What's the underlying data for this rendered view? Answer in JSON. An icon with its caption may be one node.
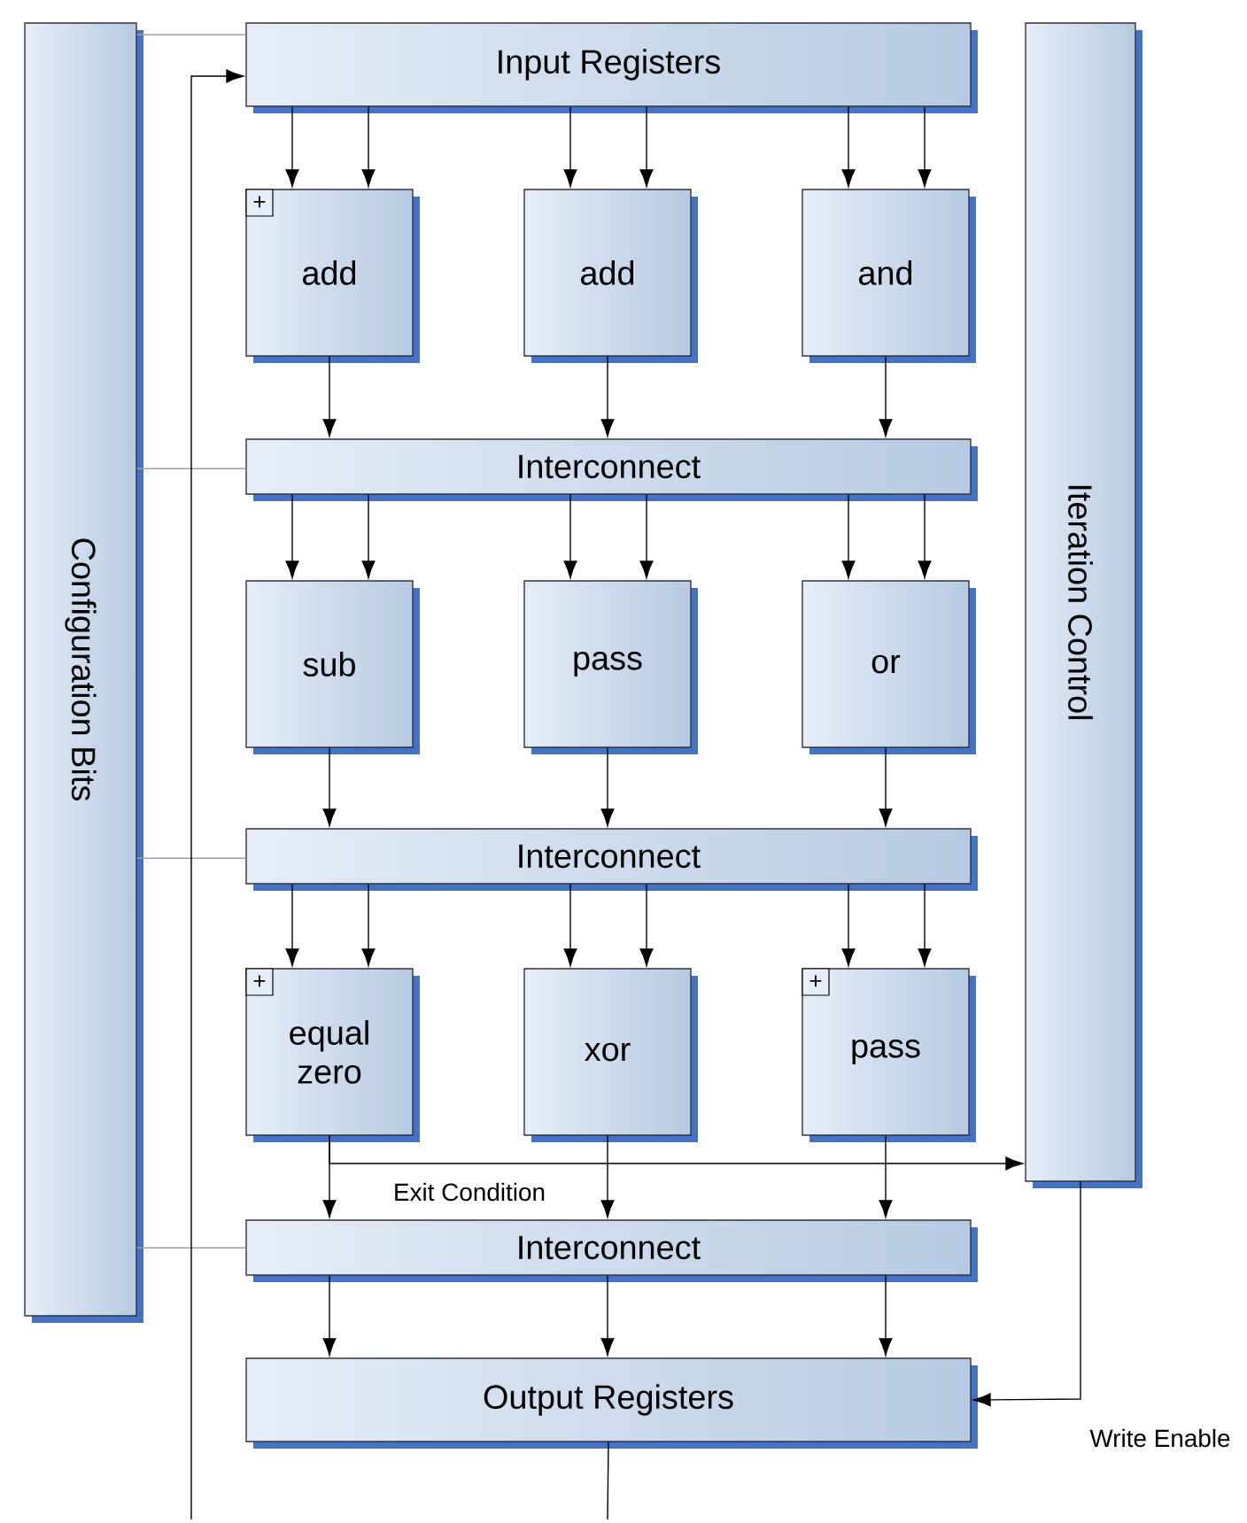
{
  "diagram": {
    "nodes": [
      {
        "text": [
          "Configuration Bits"
        ]
      },
      {
        "text": [
          "Input Registers"
        ]
      },
      {
        "text": [
          "add"
        ]
      },
      {
        "text": [
          "+"
        ],
        "in": 2
      },
      {
        "text": [
          "add"
        ]
      },
      {
        "text": [
          "and"
        ]
      },
      {
        "text": [
          "Interconnect"
        ]
      },
      {
        "text": [
          "sub"
        ]
      },
      {
        "text": [
          "pass"
        ]
      },
      {
        "text": [
          "or"
        ]
      },
      {
        "text": [
          "Interconnect"
        ]
      },
      {
        "text": [
          "equal zero"
        ]
      },
      {
        "text": [
          "+"
        ],
        "in": 11
      },
      {
        "text": [
          "xor"
        ]
      },
      {
        "text": [
          "pass"
        ]
      },
      {
        "text": [
          "+"
        ],
        "in": 14
      },
      {
        "text": [
          "Interconnect"
        ]
      },
      {
        "text": [
          "Output Registers"
        ]
      },
      {
        "text": [
          "Iteration Control"
        ]
      }
    ],
    "edges": [
      {
        "from": 1,
        "to": 2,
        "arrow": "to"
      },
      {
        "from": 1,
        "to": 2,
        "arrow": "to"
      },
      {
        "from": 1,
        "to": 4,
        "arrow": "to"
      },
      {
        "from": 1,
        "to": 4,
        "arrow": "to"
      },
      {
        "from": 1,
        "to": 5,
        "arrow": "to"
      },
      {
        "from": 1,
        "to": 5,
        "arrow": "to"
      },
      {
        "from": 2,
        "to": 6,
        "arrow": "to"
      },
      {
        "from": 4,
        "to": 6,
        "arrow": "to"
      },
      {
        "from": 5,
        "to": 6,
        "arrow": "to"
      },
      {
        "from": 6,
        "to": 7,
        "arrow": "to"
      },
      {
        "from": 6,
        "to": 7,
        "arrow": "to"
      },
      {
        "from": 6,
        "to": 8,
        "arrow": "to"
      },
      {
        "from": 6,
        "to": 8,
        "arrow": "to"
      },
      {
        "from": 6,
        "to": 9,
        "arrow": "to"
      },
      {
        "from": 6,
        "to": 9,
        "arrow": "to"
      },
      {
        "from": 7,
        "to": 10,
        "arrow": "to"
      },
      {
        "from": 8,
        "to": 10,
        "arrow": "to"
      },
      {
        "from": 9,
        "to": 10,
        "arrow": "to"
      },
      {
        "from": 10,
        "to": 11,
        "arrow": "to"
      },
      {
        "from": 10,
        "to": 11,
        "arrow": "to"
      },
      {
        "from": 10,
        "to": 13,
        "arrow": "to"
      },
      {
        "from": 10,
        "to": 13,
        "arrow": "to"
      },
      {
        "from": 10,
        "to": 14,
        "arrow": "to"
      },
      {
        "from": 10,
        "to": 14,
        "arrow": "to"
      },
      {
        "from": 11,
        "to": 16,
        "arrow": "to"
      },
      {
        "from": 13,
        "to": 16,
        "arrow": "to"
      },
      {
        "from": 14,
        "to": 16,
        "arrow": "to"
      },
      {
        "from": 11,
        "to": 18,
        "arrow": "to",
        "label": "Exit Condition"
      },
      {
        "from": 16,
        "to": 17,
        "arrow": "to"
      },
      {
        "from": 16,
        "to": 17,
        "arrow": "to"
      },
      {
        "from": 16,
        "to": 17,
        "arrow": "to"
      },
      {
        "from": 18,
        "to": 17,
        "arrow": "to",
        "label": "Write Enable"
      },
      {
        "from": 0,
        "to": 1,
        "arrow": "none",
        "color": "#a0a0a0"
      },
      {
        "from": 0,
        "to": 6,
        "arrow": "none",
        "color": "#a0a0a0"
      },
      {
        "from": 0,
        "to": 10,
        "arrow": "none",
        "color": "#a0a0a0"
      },
      {
        "from": 0,
        "to": 16,
        "arrow": "none",
        "color": "#a0a0a0"
      },
      {
        "from": null,
        "to": 1,
        "arrow": "to"
      },
      {
        "from": 17,
        "to": null,
        "arrow": "none"
      }
    ]
  }
}
